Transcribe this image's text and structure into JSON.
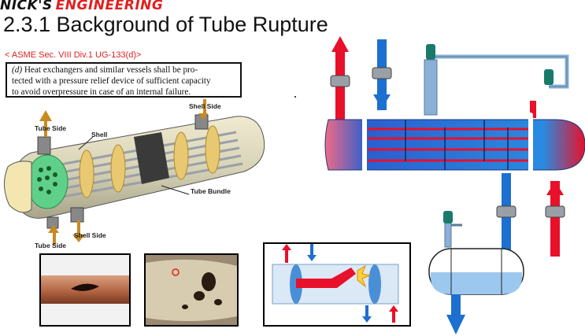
{
  "brand": {
    "part1": "NICK'S",
    "part2": "ENGINEERING"
  },
  "title": "2.3.1 Background of Tube Rupture",
  "reference": "< ASME Sec. VIII Div.1 UG-133(d)>",
  "quote": {
    "line1_prefix": "(d)",
    "line1": " Heat exchangers and similar vessels shall be pro-",
    "line2": "tected with a pressure relief device of sufficient capacity",
    "line3": "to avoid overpressure in case of an internal failure."
  },
  "diagram_labels": {
    "tube_side_top": "Tube Side",
    "shell": "Shell",
    "shell_side_top": "Shell Side",
    "tube_bundle": "Tube Bundle",
    "shell_side_bottom": "Shell Side",
    "tube_side_bottom": "Tube Side"
  },
  "colors": {
    "brand_red": "#e02020",
    "hot_red": "#e8102a",
    "cold_blue": "#1d6fd0",
    "shell_blue": "#2d7de0"
  }
}
